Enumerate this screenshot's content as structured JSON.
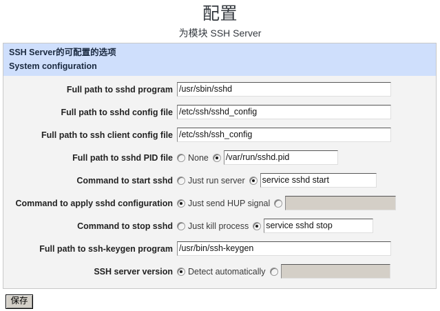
{
  "page": {
    "title": "配置",
    "subtitle": "为模块 SSH Server"
  },
  "section": {
    "heading": "SSH Server的可配置的选项",
    "subheading": "System configuration"
  },
  "rows": [
    {
      "label": "Full path to sshd program",
      "type": "text",
      "value": "/usr/sbin/sshd"
    },
    {
      "label": "Full path to sshd config file",
      "type": "text",
      "value": "/etc/ssh/sshd_config"
    },
    {
      "label": "Full path to ssh client config file",
      "type": "text",
      "value": "/etc/ssh/ssh_config"
    },
    {
      "label": "Full path to sshd PID file",
      "type": "radio-text",
      "option_label": "None",
      "option_selected": false,
      "text_selected": true,
      "value": "/var/run/sshd.pid",
      "value_disabled": false
    },
    {
      "label": "Command to start sshd",
      "type": "radio-text",
      "option_label": "Just run server",
      "option_selected": false,
      "text_selected": true,
      "value": "service sshd start",
      "value_disabled": false
    },
    {
      "label": "Command to apply sshd configuration",
      "type": "radio-text",
      "option_label": "Just send HUP signal",
      "option_selected": true,
      "text_selected": false,
      "value": "",
      "value_disabled": true
    },
    {
      "label": "Command to stop sshd",
      "type": "radio-text",
      "option_label": "Just kill process",
      "option_selected": false,
      "text_selected": true,
      "value": "service sshd stop",
      "value_disabled": false
    },
    {
      "label": "Full path to ssh-keygen program",
      "type": "text",
      "value": "/usr/bin/ssh-keygen"
    },
    {
      "label": "SSH server version",
      "type": "radio-text",
      "option_label": "Detect automatically",
      "option_selected": true,
      "text_selected": false,
      "value": "",
      "value_disabled": true
    }
  ],
  "buttons": {
    "save_label": "保存"
  },
  "colors": {
    "section_header_bg": "#cfdffc",
    "table_bg": "#f3f3f3",
    "disabled_field_bg": "#d4cfc7",
    "button_bg": "#d4d0c8"
  }
}
